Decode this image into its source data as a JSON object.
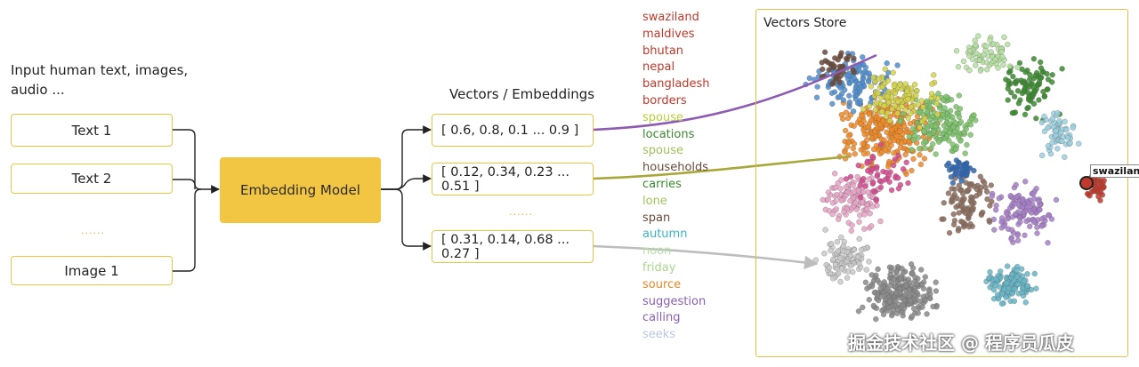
{
  "intro": {
    "line1": "Input human text, images,",
    "line2": "audio ..."
  },
  "inputs": [
    {
      "label": "Text 1"
    },
    {
      "label": "Text 2"
    },
    {
      "label": "Image 1"
    }
  ],
  "input_ellipsis": "......",
  "model": {
    "label": "Embedding Model"
  },
  "vectors": {
    "title": "Vectors / Embeddings",
    "items": [
      "[ 0.6, 0.8, 0.1 ... 0.9 ]",
      "[ 0.12, 0.34, 0.23 ... 0.51 ]",
      "[ 0.31, 0.14, 0.68 ... 0.27 ]"
    ],
    "ellipsis": "......"
  },
  "words": [
    {
      "text": "swaziland",
      "color": "#c0392b"
    },
    {
      "text": "maldives",
      "color": "#c0392b"
    },
    {
      "text": "bhutan",
      "color": "#c0392b"
    },
    {
      "text": "nepal",
      "color": "#c0392b"
    },
    {
      "text": "bangladesh",
      "color": "#c0392b"
    },
    {
      "text": "borders",
      "color": "#c0392b"
    },
    {
      "text": "spouse",
      "color": "#b5cf3a"
    },
    {
      "text": "locations",
      "color": "#3a8a2e"
    },
    {
      "text": "spouse",
      "color": "#9fc25a"
    },
    {
      "text": "households",
      "color": "#6b4a3a"
    },
    {
      "text": "carries",
      "color": "#3a8a2e"
    },
    {
      "text": "lone",
      "color": "#9fc25a"
    },
    {
      "text": "span",
      "color": "#6b4a3a"
    },
    {
      "text": "autumn",
      "color": "#3ab5c8"
    },
    {
      "text": "noon",
      "color": "#b9e0a6"
    },
    {
      "text": "friday",
      "color": "#a8d88a"
    },
    {
      "text": "source",
      "color": "#e08a2a"
    },
    {
      "text": "suggestion",
      "color": "#8a5fb5"
    },
    {
      "text": "calling",
      "color": "#8a5fb5"
    },
    {
      "text": "seeks",
      "color": "#b9c8e6"
    }
  ],
  "store": {
    "title": "Vectors Store",
    "highlight_label": "swaziland"
  },
  "watermark": "掘金技术社区 @ 程序员瓜皮",
  "colors": {
    "accent": "#f2c642",
    "border": "#e8c547",
    "line_purple": "#8e5bb3",
    "line_olive": "#a8a83a",
    "line_gray": "#bdbdbd"
  }
}
